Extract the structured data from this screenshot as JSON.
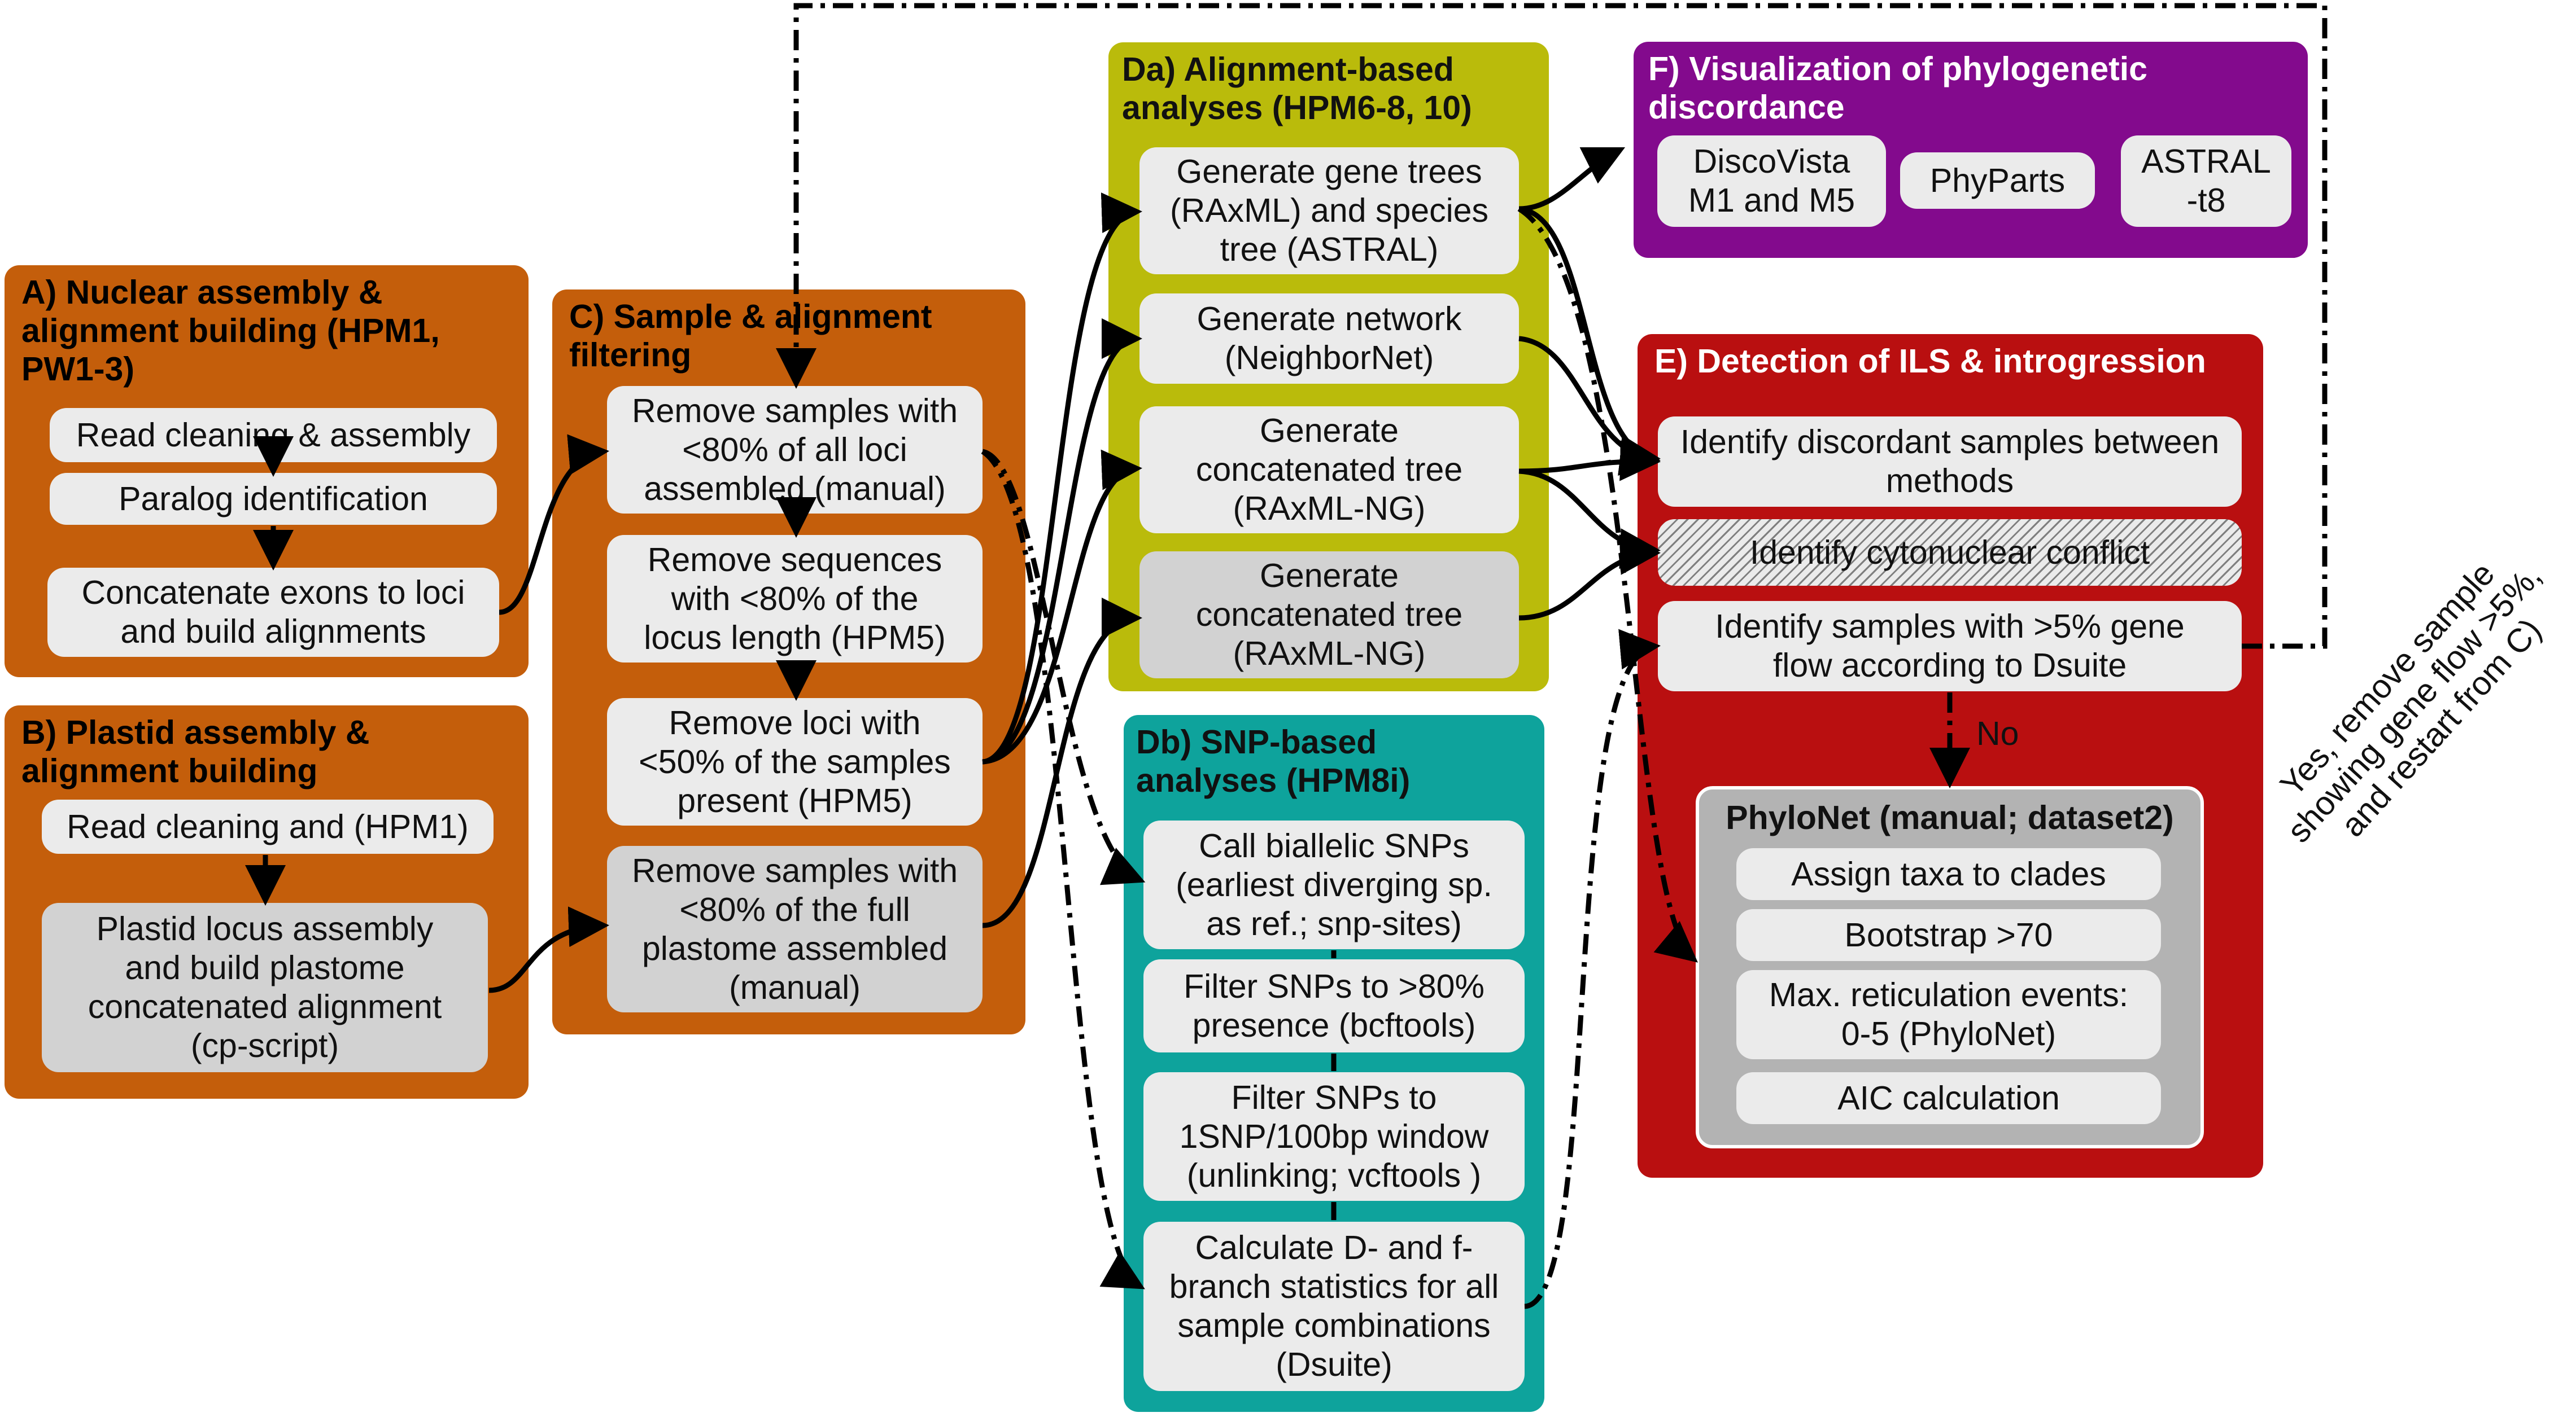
{
  "panels": {
    "A": {
      "title": "A) Nuclear assembly &\nalignment building (HPM1,\nPW1-3)",
      "steps": [
        "Read cleaning & assembly",
        "Paralog identification",
        "Concatenate exons to loci\nand build alignments"
      ]
    },
    "B": {
      "title": "B) Plastid assembly &\nalignment building",
      "steps": [
        "Read cleaning and (HPM1)",
        "Plastid locus assembly\nand build plastome\nconcatenated alignment\n(cp-script)"
      ]
    },
    "C": {
      "title": "C) Sample &     alignment\nfiltering",
      "steps": [
        "Remove samples with\n<80% of all loci\nassembled (manual)",
        "Remove sequences\nwith <80% of the\nlocus length (HPM5)",
        "Remove loci with\n<50% of the samples\npresent (HPM5)",
        "Remove samples with\n<80% of the full\nplastome assembled\n(manual)"
      ]
    },
    "Da": {
      "title": "Da) Alignment-based\nanalyses (HPM6-8, 10)",
      "steps": [
        "Generate gene trees\n(RAxML) and species\ntree (ASTRAL)",
        "Generate network\n(NeighborNet)",
        "Generate\nconcatenated tree\n(RAxML-NG)",
        "Generate\nconcatenated tree\n(RAxML-NG)"
      ]
    },
    "Db": {
      "title": "Db) SNP-based\nanalyses (HPM8i)",
      "steps": [
        "Call biallelic SNPs\n(earliest diverging sp.\nas ref.; snp-sites)",
        "Filter SNPs to >80%\npresence (bcftools)",
        "Filter SNPs to\n1SNP/100bp window\n(unlinking; vcftools )",
        "Calculate D- and f-\nbranch statistics for all\nsample combinations\n(Dsuite)"
      ]
    },
    "F": {
      "title": "F) Visualization of phylogenetic\ndiscordance",
      "steps": [
        "DiscoVista\nM1 and M5",
        "PhyParts",
        "ASTRAL\n-t8"
      ]
    },
    "E": {
      "title": "E) Detection of ILS & introgression",
      "steps": [
        "Identify discordant samples between\nmethods",
        "Identify cytonuclear conflict",
        "Identify samples with >5% gene\nflow according to Dsuite"
      ],
      "phylonet": {
        "title": "PhyloNet (manual; dataset2)",
        "steps": [
          "Assign taxa to clades",
          "Bootstrap >70",
          "Max. reticulation events:\n0-5 (PhyloNet)",
          "AIC calculation"
        ]
      }
    }
  },
  "labels": {
    "no": "No",
    "yes": "Yes, remove sample\nshowing gene flow >5%,\nand restart from C)"
  },
  "colors": {
    "nuclear_plastid_filtering": "#c45e0b",
    "alignment_based": "#babb0b",
    "snp_based": "#0ea39c",
    "visualization": "#830a8d",
    "detection": "#b90f10"
  }
}
